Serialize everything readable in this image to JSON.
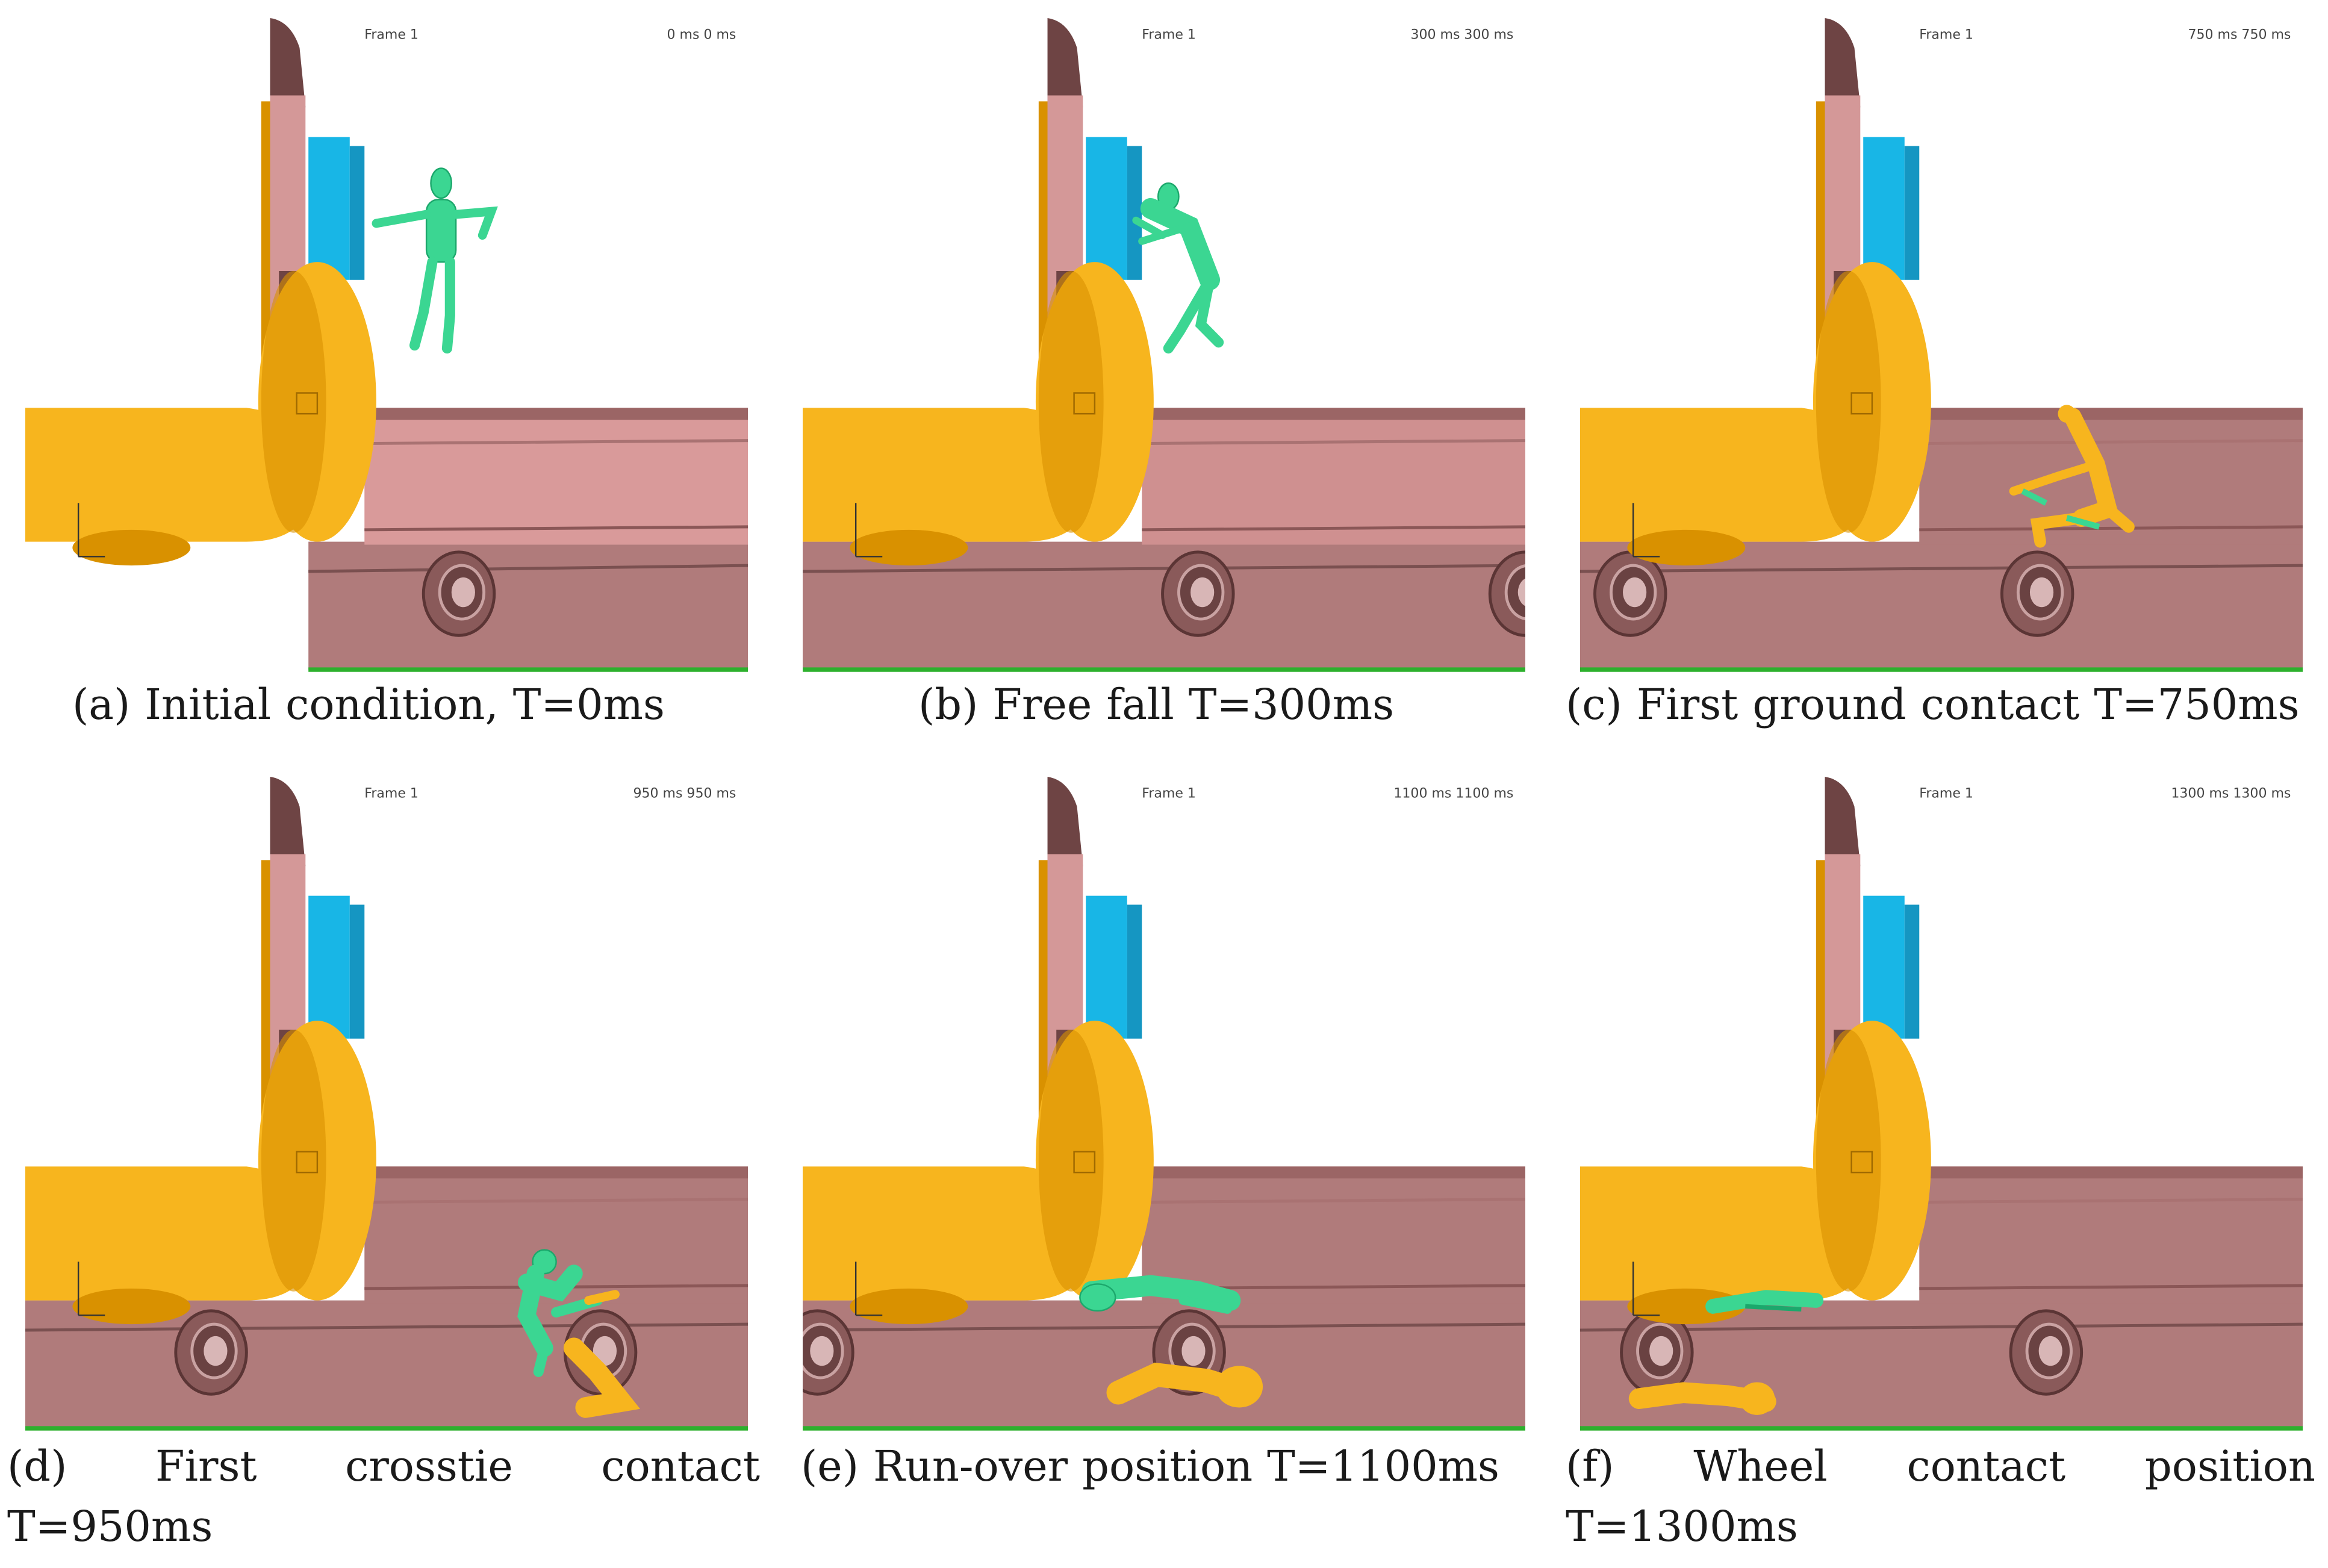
{
  "figure": {
    "panels": [
      {
        "id": "a",
        "caption_lines": [
          [
            "(a)",
            "Initial",
            "condition,",
            "T=0ms"
          ]
        ],
        "frame_label": "Frame 1",
        "time_label": "0 ms 0 ms",
        "pose": "standing"
      },
      {
        "id": "b",
        "caption_lines": [
          [
            "(b)",
            "Free",
            "fall",
            "T=300ms"
          ]
        ],
        "frame_label": "Frame 1",
        "time_label": "300 ms 300 ms",
        "pose": "falling"
      },
      {
        "id": "c",
        "caption_lines": [
          [
            "(c)",
            "First",
            "ground",
            "contact",
            "T=750ms"
          ]
        ],
        "frame_label": "Frame 1",
        "time_label": "750 ms 750 ms",
        "pose": "ground"
      },
      {
        "id": "d",
        "caption_lines": [
          [
            "(d)",
            "First",
            "crosstie",
            "contact"
          ],
          [
            "T=950ms"
          ]
        ],
        "frame_label": "Frame 1",
        "time_label": "950 ms 950 ms",
        "pose": "crosstie"
      },
      {
        "id": "e",
        "caption_lines": [
          [
            "(e)",
            "Run-over",
            "position",
            "T=1100ms"
          ]
        ],
        "frame_label": "Frame 1",
        "time_label": "1100 ms 1100 ms",
        "pose": "runover"
      },
      {
        "id": "f",
        "caption_lines": [
          [
            "(f)",
            "Wheel",
            "contact",
            "position"
          ],
          [
            "T=1300ms"
          ]
        ],
        "frame_label": "Frame 1",
        "time_label": "1300 ms 1300 ms",
        "pose": "wheel"
      }
    ],
    "colors": {
      "rail": "#b07b7b",
      "rail_light": "#d99a9a",
      "wheel": "#f7b51e",
      "wheel_dark": "#d99100",
      "pillar": "#6e4444",
      "pillar_light": "#d49898",
      "blue_plate": "#18b6e6",
      "dummy": "#3bd692",
      "dummy_dark": "#1ca86c",
      "ground_line": "#2db02d"
    }
  }
}
